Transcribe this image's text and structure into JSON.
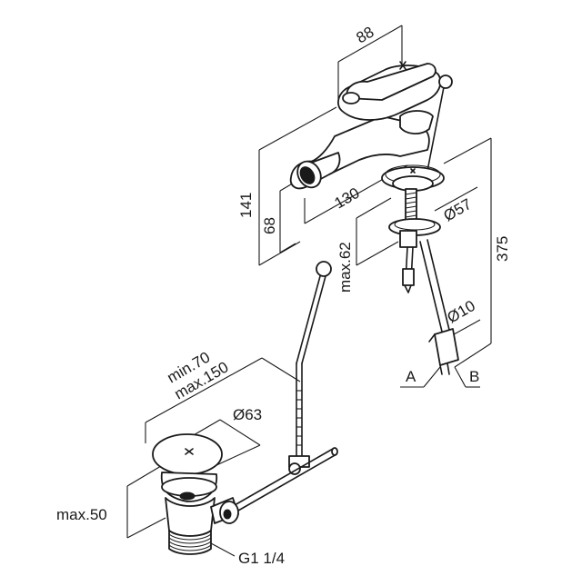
{
  "dimensions": {
    "width_88": "88",
    "height_141": "141",
    "height_68": "68",
    "reach_130": "130",
    "max_62": "max.62",
    "dia_57": "Ø57",
    "total_375": "375",
    "dia_10": "Ø10",
    "min_70": "min.70",
    "max_150": "max.150",
    "dia_63": "Ø63",
    "max_50": "max.50",
    "thread": "G1 1/4"
  },
  "connections": {
    "a": "A",
    "b": "B"
  },
  "colors": {
    "line": "#1a1a1a",
    "background": "#ffffff"
  }
}
